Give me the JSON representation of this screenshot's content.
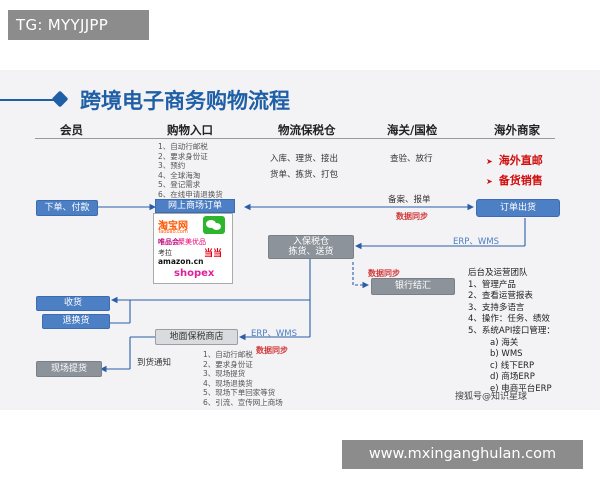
{
  "watermark_top": "TG: MYYJJPP",
  "watermark_bottom": "www.mxinganghulan.com",
  "title": "跨境电子商务购物流程",
  "columns": [
    "会员",
    "购物入口",
    "物流保税仓",
    "海关/国检",
    "海外商家"
  ],
  "entry_features": [
    "1、自动行邮税",
    "2、要求身份证",
    "3、预约",
    "4、全球海淘",
    "5、登记需求",
    "6、在线申请退换货"
  ],
  "warehouse_ops_1": "入库、理货、接出",
  "warehouse_ops_2": "货单、拣货、打包",
  "customs_ops": "查验、放行",
  "merchant_items": [
    "海外直邮",
    "备货销售"
  ],
  "nodes": {
    "order_pay": "下单、付款",
    "online_order": "网上商场订单",
    "order_ship": "订单出货",
    "bonded_in": "入保税仓",
    "bonded_pick": "拣货、送货",
    "bank_settle": "银行结汇",
    "receive": "收货",
    "return": "退换货",
    "local_store": "地面保税商店",
    "pickup": "现场提货"
  },
  "logos": {
    "taobao": "淘宝网",
    "taobao_domain": "Taobao.com",
    "wechat": "",
    "vip": "唯品会",
    "jumei": "聚美优品",
    "kaola": "考拉",
    "amazon": "amazon.cn",
    "shopex": "shopex",
    "dangdang": "当当"
  },
  "edge_labels": {
    "filing": "备案、报单",
    "sync_1": "数据同步",
    "erp_wms_1": "ERP、WMS",
    "sync_2": "数据同步",
    "erp_wms_2": "ERP、WMS",
    "sync_3": "数据同步",
    "notify": "到货通知"
  },
  "store_features": [
    "1、自动行邮税",
    "2、要求身份证",
    "3、现场提货",
    "4、现场退换货",
    "5、现场下单回家等货",
    "6、引流、宣传网上商场"
  ],
  "backend": {
    "heading": "后台及运营团队",
    "items": [
      "1、管理产品",
      "2、查看运营报表",
      "3、支持多语言",
      "4、操作：任务、绩效",
      "5、系统API接口管理："
    ],
    "sub_items": [
      "a)  海关",
      "b)  WMS",
      "c)  线下ERP",
      "d)  商场ERP",
      "e)  电商平台ERP"
    ]
  },
  "footer_watermark": "搜狐号@知识星球",
  "colors": {
    "accent_blue": "#1f5fa6",
    "node_blue": "#4d7fc4",
    "node_gray": "#8d939b",
    "sync_red": "#d13b3b"
  }
}
